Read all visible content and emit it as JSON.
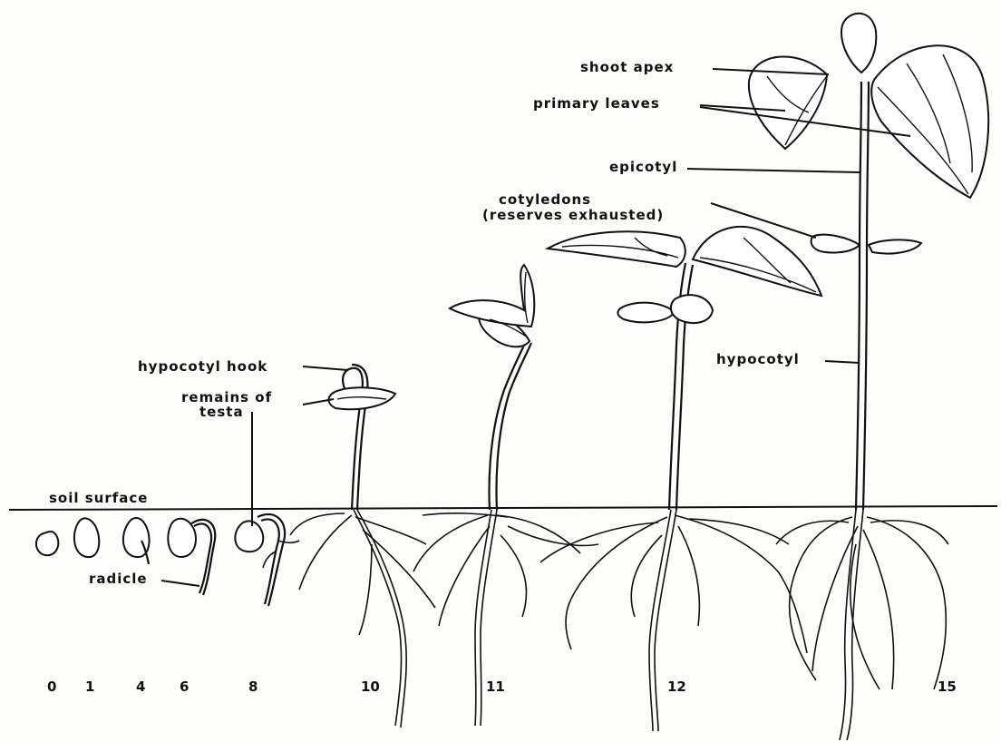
{
  "labels": {
    "shoot_apex": "shoot apex",
    "primary_leaves": "primary leaves",
    "epicotyl": "epicotyl",
    "cotyledons_line1": "cotyledons",
    "cotyledons_line2": "(reserves exhausted)",
    "hypocotyl": "hypocotyl",
    "hypocotyl_hook": "hypocotyl hook",
    "remains_of_testa_line1": "remains of",
    "remains_of_testa_line2": "testa",
    "soil_surface": "soil surface",
    "radicle": "radicle"
  },
  "days": [
    "0",
    "1",
    "4",
    "6",
    "8",
    "10",
    "11",
    "12",
    "15"
  ],
  "colors": {
    "ink": "#111111",
    "paper": "#fdfdfb"
  }
}
